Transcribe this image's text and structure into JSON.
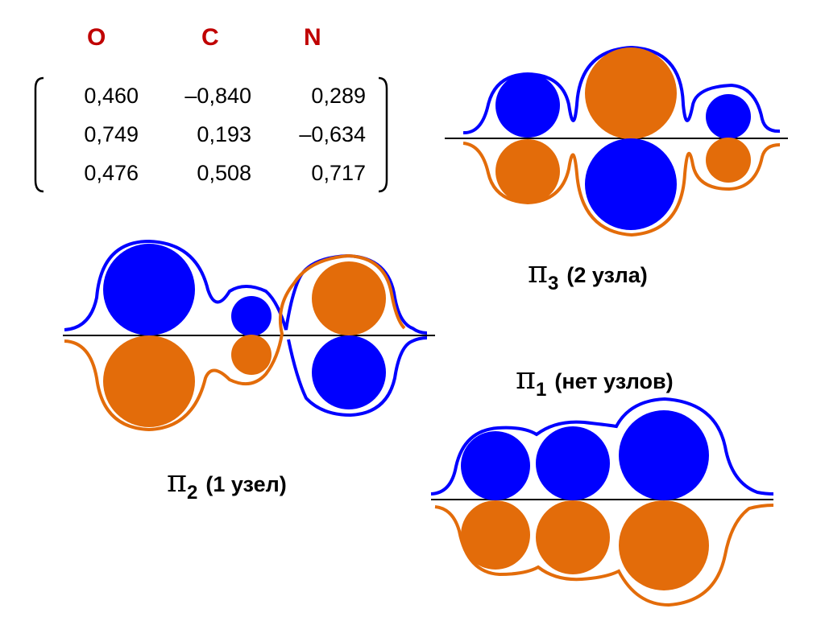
{
  "matrix": {
    "headers": [
      "O",
      "C",
      "N"
    ],
    "rows": [
      [
        "0,460",
        "–0,840",
        "0,289"
      ],
      [
        "0,749",
        "0,193",
        "–0,634"
      ],
      [
        "0,476",
        "0,508",
        "0,717"
      ]
    ]
  },
  "orbitals": {
    "pi3": {
      "symbol": "π",
      "index": "3",
      "label": "(2 узла)"
    },
    "pi2": {
      "symbol": "π",
      "index": "2",
      "label": "(1 узел)"
    },
    "pi1": {
      "symbol": "π",
      "index": "1",
      "label": "(нет узлов)"
    }
  },
  "colors": {
    "blue": "#0000ff",
    "orange": "#e36c0a",
    "header": "#c00000"
  }
}
